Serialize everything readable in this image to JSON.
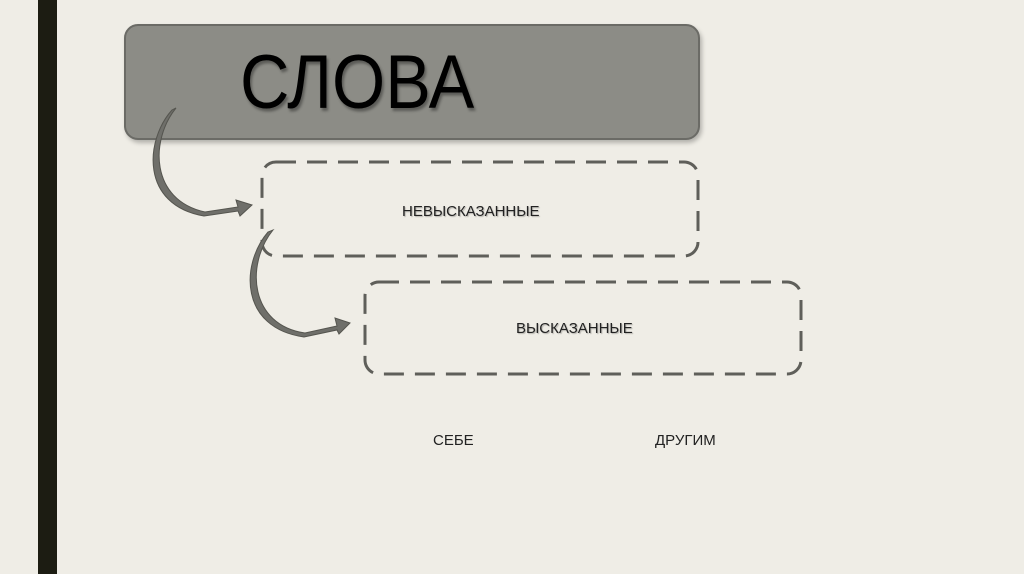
{
  "title": "СЛОВА",
  "boxes": [
    {
      "label": "НЕВЫСКАЗАННЫЕ"
    },
    {
      "label": "ВЫСКАЗАННЫЕ"
    }
  ],
  "sub_labels": [
    "СЕБЕ",
    "ДРУГИМ"
  ]
}
